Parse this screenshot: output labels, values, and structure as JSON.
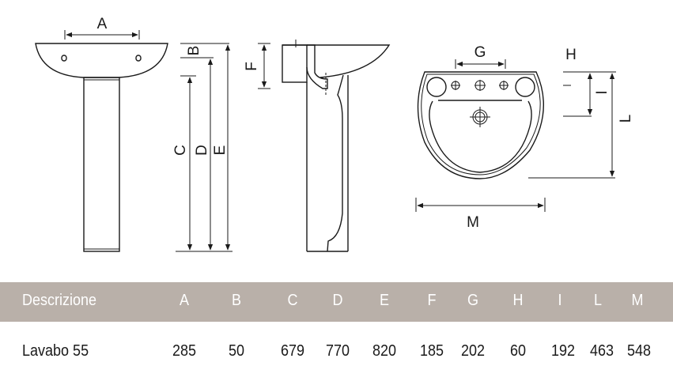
{
  "diagram": {
    "labels": {
      "A": "A",
      "B": "B",
      "C": "C",
      "D": "D",
      "E": "E",
      "F": "F",
      "G": "G",
      "H": "H",
      "I": "I",
      "L": "L",
      "M": "M"
    }
  },
  "table": {
    "header_color": "#b9b0a9",
    "headers": [
      "Descrizione",
      "A",
      "B",
      "C",
      "D",
      "E",
      "F",
      "G",
      "H",
      "I",
      "L",
      "M"
    ],
    "rows": [
      [
        "Lavabo 55",
        "285",
        "50",
        "679",
        "770",
        "820",
        "185",
        "202",
        "60",
        "192",
        "463",
        "548"
      ]
    ]
  }
}
